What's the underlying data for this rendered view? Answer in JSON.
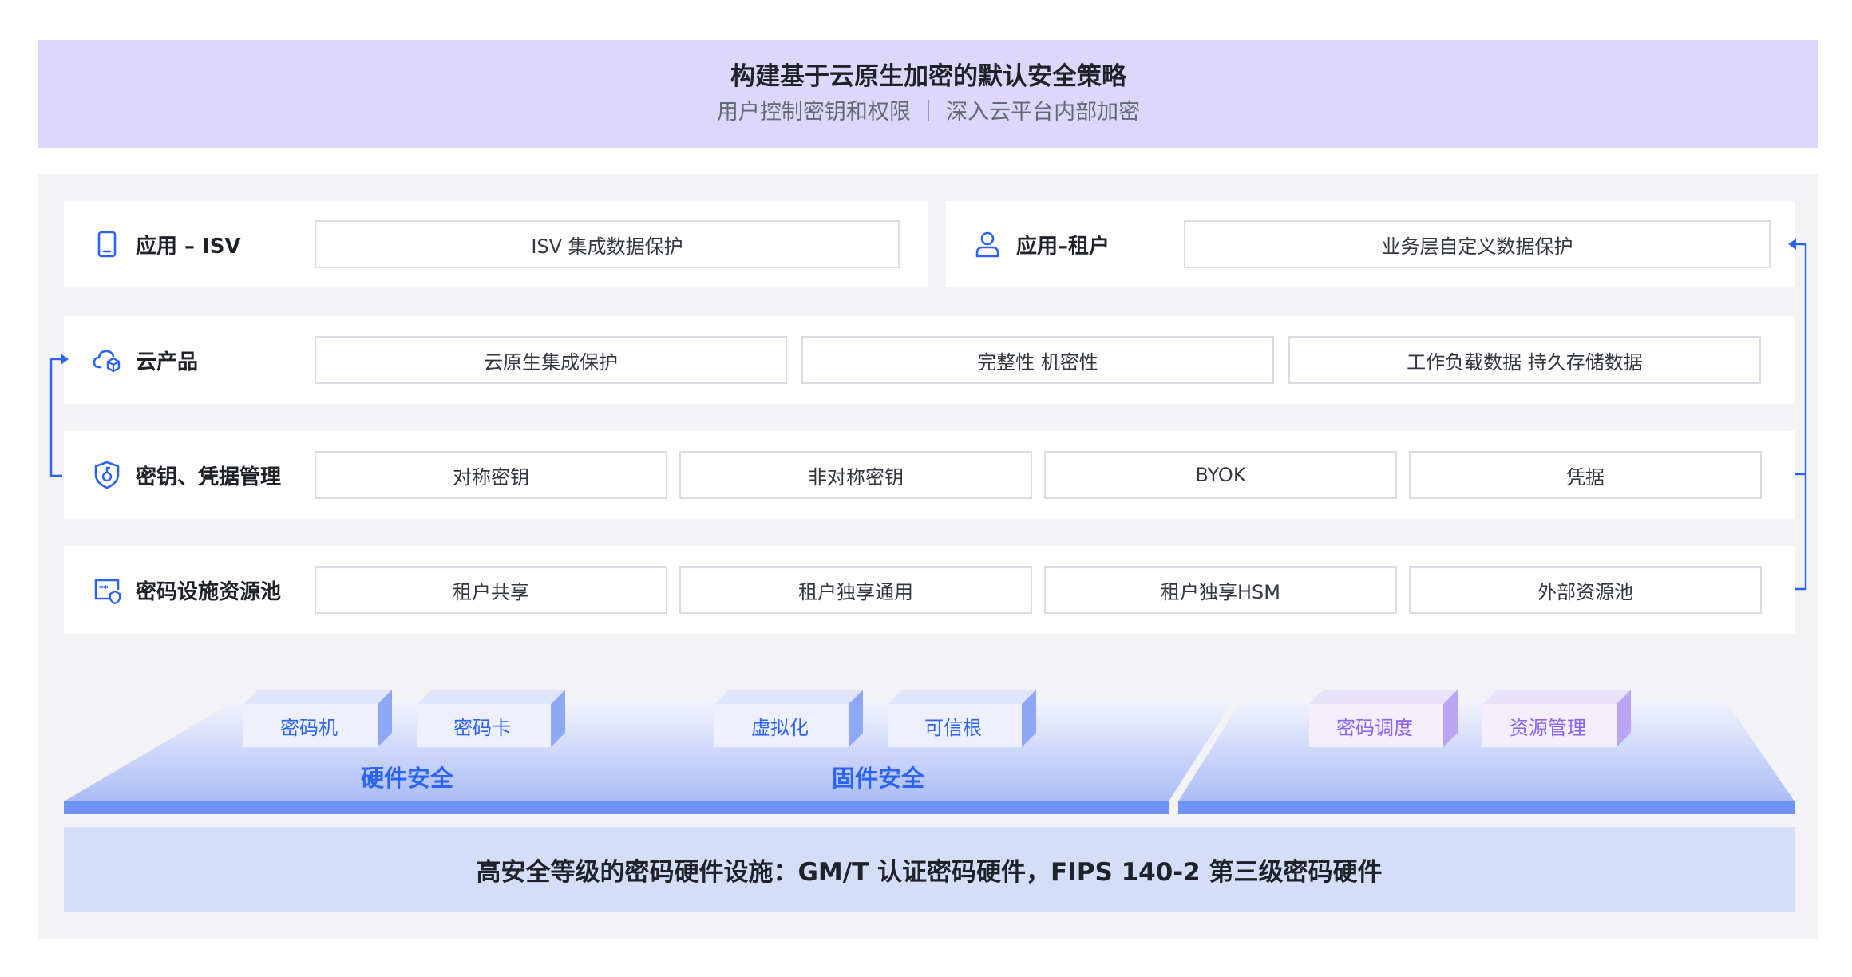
{
  "banner": {
    "title": "构建基于云原生加密的默认安全策略",
    "subtitle": "用户控制密钥和权限 ｜ 深入云平台内部加密"
  },
  "rows": {
    "isv": {
      "label": "应用 – ISV",
      "icon": "tablet-icon",
      "items": [
        "ISV 集成数据保护"
      ]
    },
    "tenant": {
      "label": "应用–租户",
      "icon": "user-icon",
      "items": [
        "业务层自定义数据保护"
      ]
    },
    "cloud": {
      "label": "云产品",
      "icon": "cloud-icon",
      "items": [
        "云原生集成保护",
        "完整性 机密性",
        "工作负载数据 持久存储数据"
      ]
    },
    "keys": {
      "label": "密钥、凭据管理",
      "icon": "shield-key-icon",
      "items": [
        "对称密钥",
        "非对称密钥",
        "BYOK",
        "凭据"
      ]
    },
    "pool": {
      "label": "密码设施资源池",
      "icon": "password-device-icon",
      "items": [
        "租户共享",
        "租户独享通用",
        "租户独享HSM",
        "外部资源池"
      ]
    }
  },
  "platforms": {
    "left": {
      "blocks": [
        "密码机",
        "密码卡",
        "虚拟化",
        "可信根"
      ],
      "sections": [
        "硬件安全",
        "固件安全"
      ]
    },
    "right": {
      "blocks": [
        "密码调度",
        "资源管理"
      ]
    }
  },
  "base": {
    "text": "高安全等级的密码硬件设施：GM/T 认证密码硬件，FIPS 140-2 第三级密码硬件"
  },
  "colors": {
    "accent": "#2b63f5",
    "banner": "#ddd8fb",
    "purple": "#8c63f0",
    "base": "#d5def9"
  }
}
